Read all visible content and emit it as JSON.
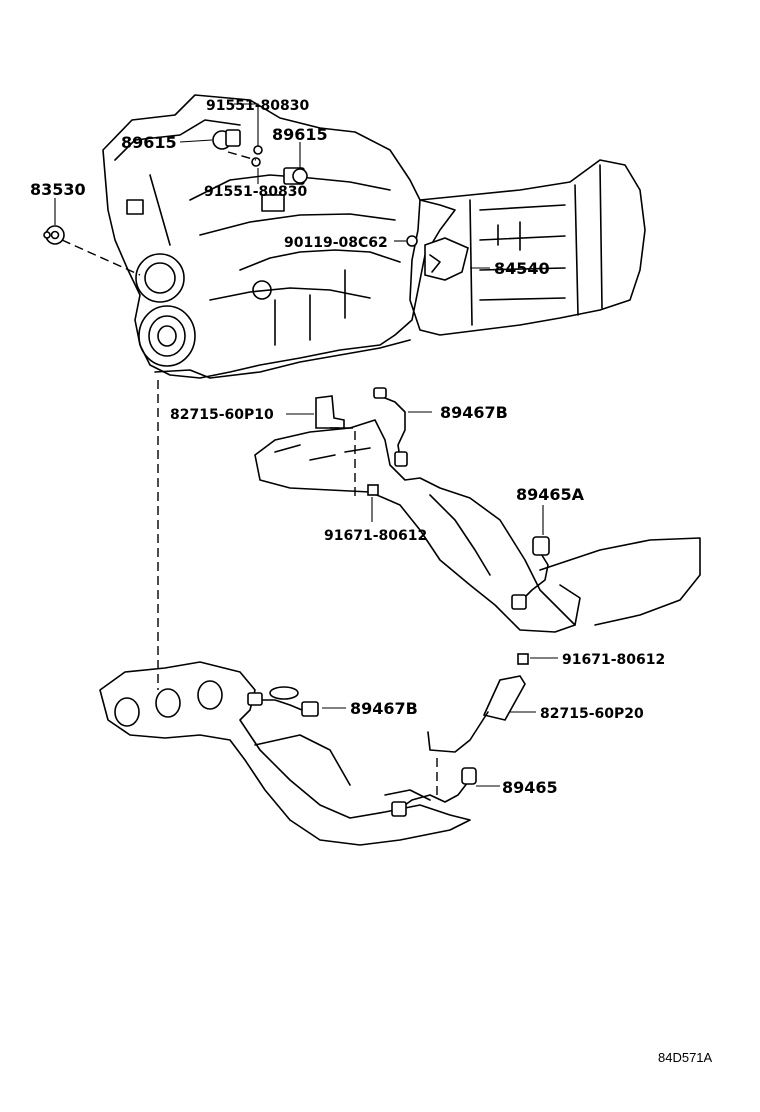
{
  "labels": {
    "bolt_a": "91551-80830",
    "sensor_l": "89615",
    "sensor_r": "89615",
    "bolt_b": "91551-80830",
    "grommet": "83530",
    "bolt_c": "90119-08C62",
    "switch": "84540",
    "bracket_upper": "82715-60P10",
    "o2_upper": "89467B",
    "o2_right": "89465A",
    "bolt_d": "91671-80612",
    "bolt_e": "91671-80612",
    "bracket_lower": "82715-60P20",
    "o2_lower_left": "89467B",
    "o2_lower": "89465"
  },
  "figure_code": "84D571A"
}
